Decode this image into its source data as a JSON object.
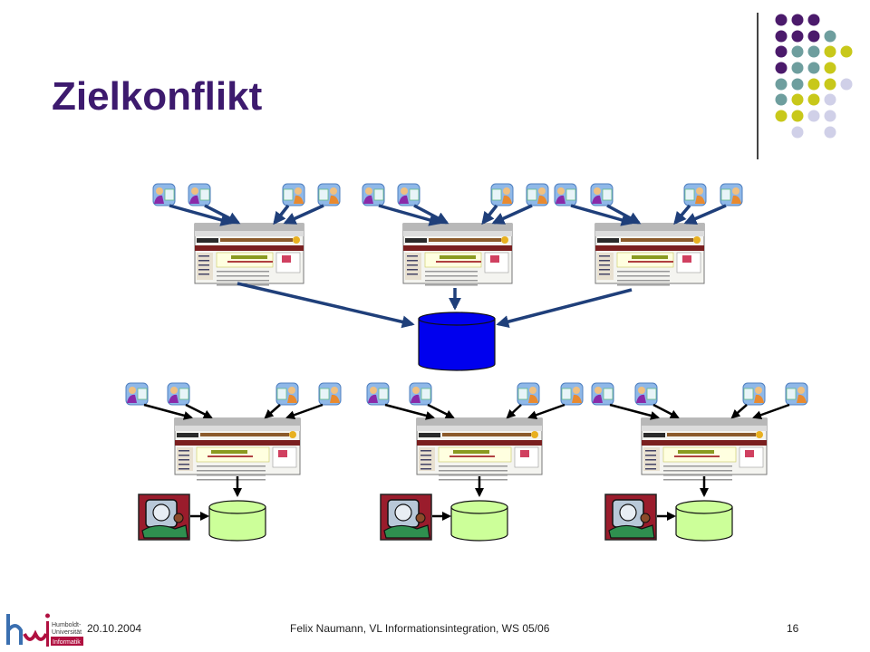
{
  "slide": {
    "title": "Zielkonflikt",
    "footer": {
      "date": "20.10.2004",
      "center": "Felix Naumann, VL Informationsintegration, WS 05/06",
      "page": "16"
    },
    "logo": {
      "line1": "Humboldt-",
      "line2": "Universität",
      "line3": "Informatik"
    }
  },
  "colors": {
    "title": "#3d1a6e",
    "dot_purple": "#4b1a6b",
    "dot_teal": "#6e9e9e",
    "dot_yellow": "#c8c81a",
    "dot_lavender": "#d0d0e8",
    "shared_db": "#0000ee",
    "local_db": "#ccff99",
    "arrow_top": "#1f3f7a",
    "arrow_bottom": "#000000",
    "logo_red": "#b01040"
  },
  "diagram": {
    "shared_database": "database-icon",
    "user_icon": "user-at-computer-icon",
    "website_icon": "web-page-screenshot-icon",
    "local_database": "database-icon",
    "source_icon": "legacy-application-icon",
    "top_sites": 3,
    "bottom_sites": 3
  }
}
